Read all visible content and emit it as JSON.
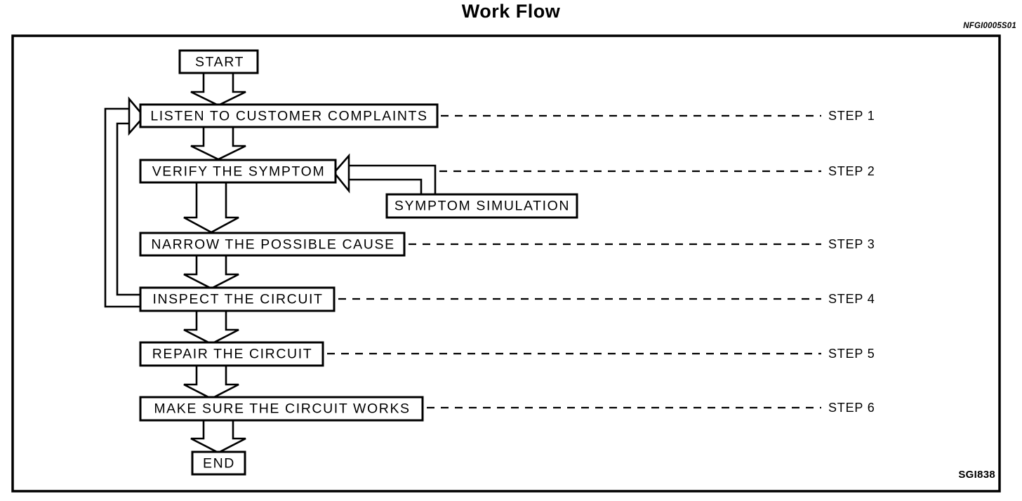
{
  "document": {
    "title": "Work Flow",
    "ref_code_top": "NFGI0005S01",
    "ref_code_bottom": "SGI838"
  },
  "diagram": {
    "type": "flowchart",
    "nodes": [
      {
        "id": "start",
        "label": "START"
      },
      {
        "id": "listen",
        "label": "LISTEN TO CUSTOMER COMPLAINTS"
      },
      {
        "id": "verify",
        "label": "VERIFY THE SYMPTOM"
      },
      {
        "id": "simulation",
        "label": "SYMPTOM SIMULATION"
      },
      {
        "id": "narrow",
        "label": "NARROW THE POSSIBLE CAUSE"
      },
      {
        "id": "inspect",
        "label": "INSPECT THE CIRCUIT"
      },
      {
        "id": "repair",
        "label": "REPAIR THE CIRCUIT"
      },
      {
        "id": "verify_works",
        "label": "MAKE SURE THE CIRCUIT WORKS"
      },
      {
        "id": "end",
        "label": "END"
      }
    ],
    "steps": [
      {
        "id": "step1",
        "label": "STEP 1",
        "node": "listen"
      },
      {
        "id": "step2",
        "label": "STEP 2",
        "node": "verify"
      },
      {
        "id": "step3",
        "label": "STEP 3",
        "node": "narrow"
      },
      {
        "id": "step4",
        "label": "STEP 4",
        "node": "inspect"
      },
      {
        "id": "step5",
        "label": "STEP 5",
        "node": "repair"
      },
      {
        "id": "step6",
        "label": "STEP 6",
        "node": "verify_works"
      }
    ],
    "edges": [
      {
        "from": "start",
        "to": "listen",
        "style": "block-arrow-down"
      },
      {
        "from": "listen",
        "to": "verify",
        "style": "block-arrow-down"
      },
      {
        "from": "verify",
        "to": "narrow",
        "style": "block-arrow-down"
      },
      {
        "from": "narrow",
        "to": "inspect",
        "style": "block-arrow-down"
      },
      {
        "from": "inspect",
        "to": "repair",
        "style": "block-arrow-down"
      },
      {
        "from": "repair",
        "to": "verify_works",
        "style": "block-arrow-down"
      },
      {
        "from": "verify_works",
        "to": "end",
        "style": "block-arrow-down"
      },
      {
        "from": "simulation",
        "to": "verify",
        "style": "block-arrow-left"
      },
      {
        "from": "inspect",
        "to": "listen",
        "style": "feedback-loop"
      }
    ],
    "colors": {
      "stroke": "#000000",
      "fill": "#ffffff",
      "background": "#ffffff"
    }
  }
}
